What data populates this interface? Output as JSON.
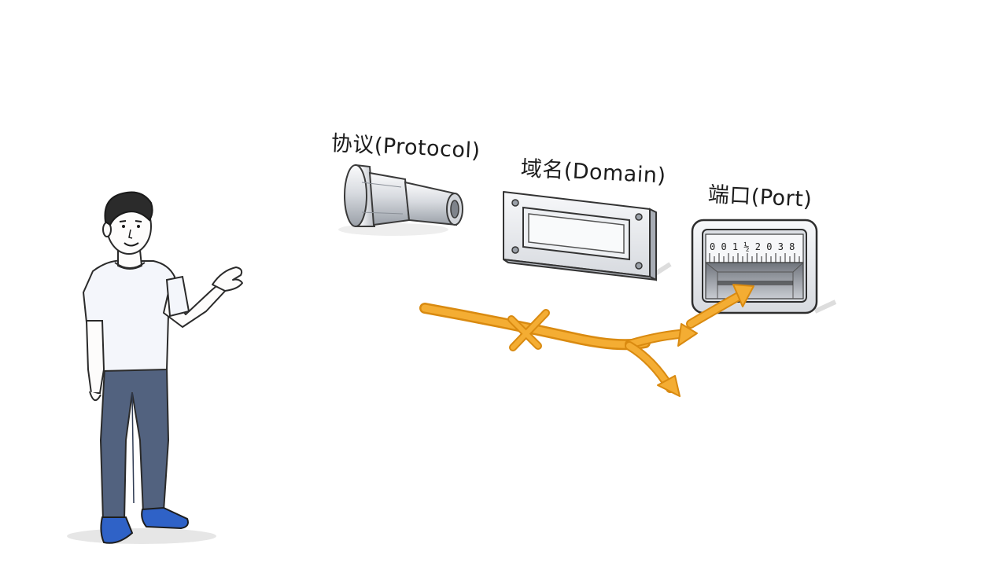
{
  "labels": {
    "protocol": "协议(Protocol)",
    "domain": "域名(Domain)",
    "port": "端口(Port)"
  },
  "port_scale_digits": "0 0 1 ½ 2 0 3 8",
  "colors": {
    "arrow": "#f0a62b",
    "arrow_edge": "#d98a10",
    "metal_light": "#f3f4f6",
    "metal_mid": "#c9ccd2",
    "metal_dark": "#8e939b",
    "shirt": "#f4f6fb",
    "pants": "#4f5f7e",
    "shoes": "#2f62c7",
    "ink": "#2a2a2a"
  },
  "icons": [
    "protocol-connector-icon",
    "domain-plate-icon",
    "port-scale-icon",
    "blocked-x-icon",
    "person-figure"
  ]
}
